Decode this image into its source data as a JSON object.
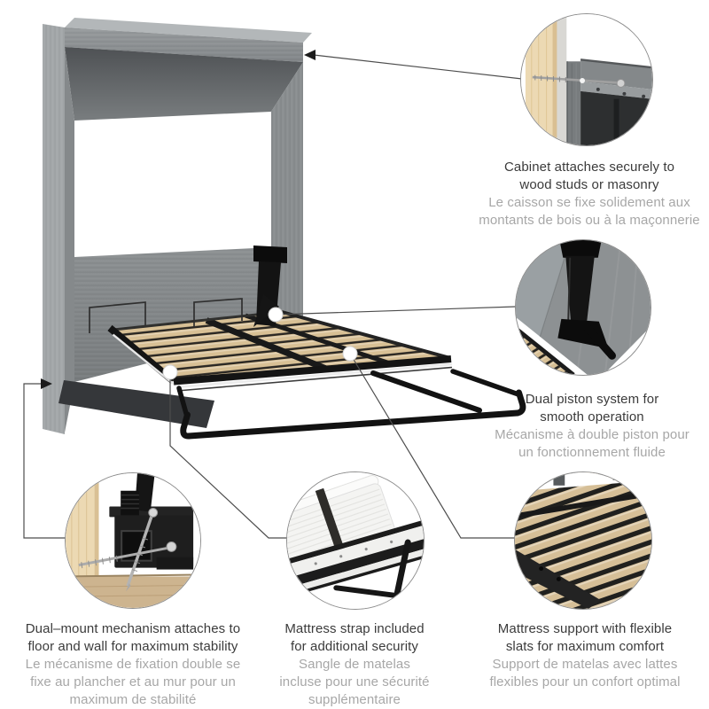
{
  "product_diagram": {
    "subject": "wall-bed-feature-callouts",
    "colors": {
      "background": "#ffffff",
      "cabinet_wood_gray": "#8f9394",
      "cabinet_inner_shadow": "#55585a",
      "slat_wood": "#d8c095",
      "frame_black": "#141414",
      "stud_wood": "#ecd9b3",
      "floor_wood": "#cdb48f",
      "connector_line": "#4d4d4d",
      "circle_border": "#8d8d8d",
      "text_english": "#3b3b3b",
      "text_french": "#a7a7a7"
    },
    "callouts": [
      {
        "id": "cabinet-attachment",
        "icon": "cabinet-wall-screw-detail",
        "en_lines": [
          "Cabinet attaches securely to",
          "wood studs or masonry"
        ],
        "fr_lines": [
          "Le caisson se fixe solidement aux",
          "montants de bois ou à la maçonnerie"
        ]
      },
      {
        "id": "dual-piston",
        "icon": "piston-mechanism-detail",
        "en_lines": [
          "Dual piston system for",
          "smooth operation"
        ],
        "fr_lines": [
          "Mécanisme à double piston pour",
          "un fonctionnement fluide"
        ]
      },
      {
        "id": "mattress-support",
        "icon": "flexible-slats-detail",
        "en_lines": [
          "Mattress support with flexible",
          "slats for maximum comfort"
        ],
        "fr_lines": [
          "Support de matelas avec lattes",
          "flexibles pour un confort optimal"
        ]
      },
      {
        "id": "dual-mount",
        "icon": "floor-wall-bracket-detail",
        "en_lines": [
          "Dual–mount mechanism attaches to",
          "floor and wall for maximum stability"
        ],
        "fr_lines": [
          "Le mécanisme de fixation double se",
          "fixe au plancher et au mur pour un",
          "maximum de stabilité"
        ]
      },
      {
        "id": "mattress-strap",
        "icon": "mattress-strap-detail",
        "en_lines": [
          "Mattress strap included",
          "for additional security"
        ],
        "fr_lines": [
          "Sangle de matelas",
          "incluse pour une sécurité",
          "supplémentaire"
        ]
      }
    ]
  }
}
